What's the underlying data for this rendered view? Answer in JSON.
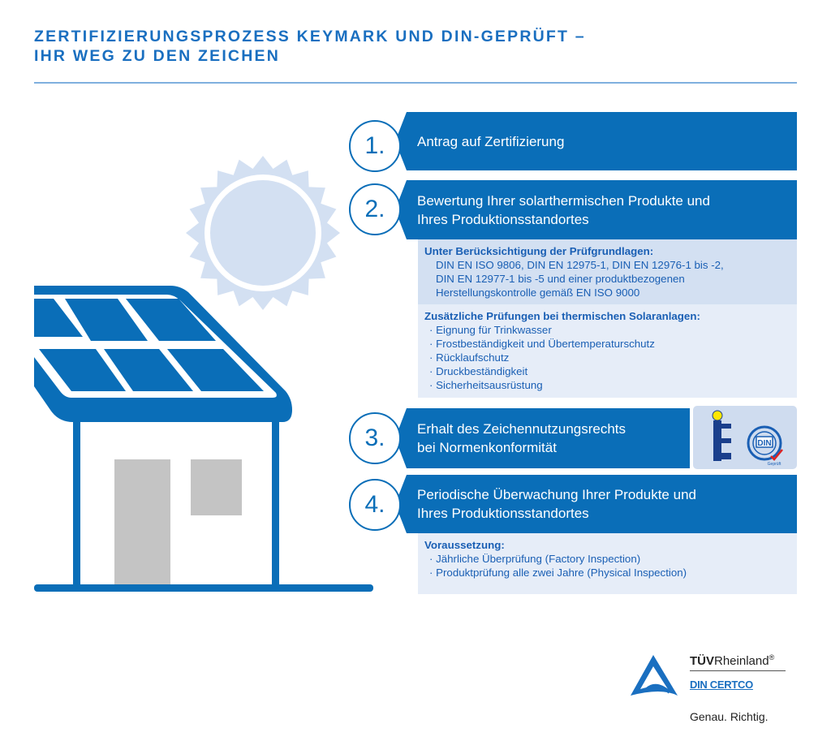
{
  "title": {
    "line1": "ZERTIFIZIERUNGSPROZESS KEYMARK UND DIN-GEPRÜFT –",
    "line2": "IHR WEG ZU DEN ZEICHEN"
  },
  "colors": {
    "primary": "#0a6eb8",
    "title": "#1a6fc0",
    "sub_dark": "#d3e0f2",
    "sub_light": "#e6edf8",
    "sun": "#d3e0f2",
    "gray": "#c4c4c4"
  },
  "steps": [
    {
      "number": "1.",
      "label": "Antrag auf Zertifizierung"
    },
    {
      "number": "2.",
      "label_line1": "Bewertung Ihrer solarthermischen Produkte und",
      "label_line2": "Ihres Produktionsstandortes",
      "sub1": {
        "heading": "Unter Berücksichtigung der Prüfgrundlagen:",
        "lines": [
          "DIN EN ISO 9806, DIN EN 12975-1, DIN EN 12976-1 bis -2,",
          "DIN EN 12977-1 bis -5 und einer produktbezogenen",
          "Herstellungskontrolle gemäß EN ISO 9000"
        ]
      },
      "sub2": {
        "heading": "Zusätzliche Prüfungen bei thermischen Solaranlagen:",
        "items": [
          "· Eignung für Trinkwasser",
          "· Frostbeständigkeit und Übertemperaturschutz",
          "· Rücklaufschutz",
          "· Druckbeständigkeit",
          "· Sicherheitsausrüstung"
        ]
      }
    },
    {
      "number": "3.",
      "label_line1": "Erhalt des Zeichennutzungsrechts",
      "label_line2": "bei Normenkonformität",
      "logos": {
        "keymark": "Keymark logo",
        "din": "DIN",
        "din_sub": "Geprüft"
      }
    },
    {
      "number": "4.",
      "label_line1": "Periodische Überwachung Ihrer Produkte und",
      "label_line2": "Ihres Produktionsstandortes",
      "sub": {
        "heading": "Voraussetzung:",
        "items": [
          "· Jährliche Überprüfung (Factory Inspection)",
          "· Produktprüfung alle zwei Jahre (Physical Inspection)"
        ]
      }
    }
  ],
  "footer": {
    "tuv_bold": "TÜV",
    "tuv_rest": "Rheinland",
    "registered": "®",
    "dincertco": "DIN CERTCO",
    "slogan": "Genau. Richtig."
  }
}
